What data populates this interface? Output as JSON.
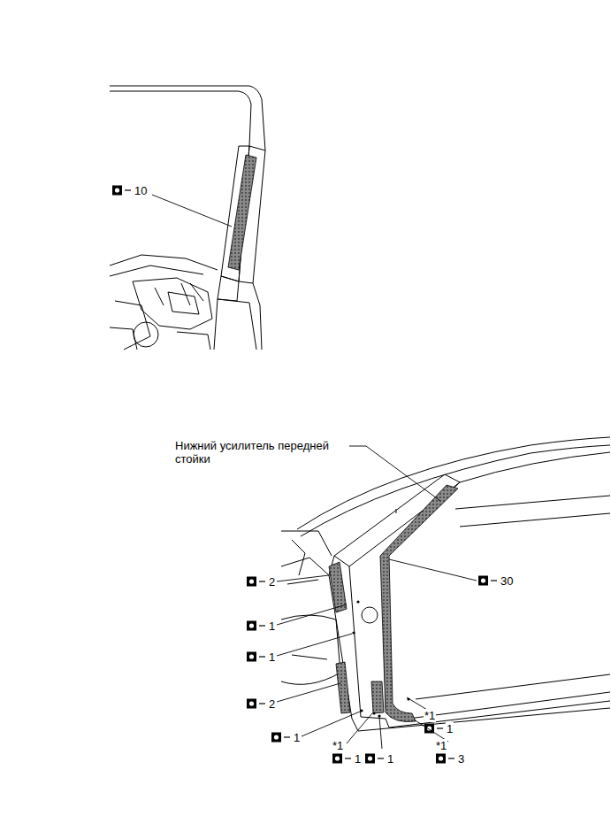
{
  "diagram": {
    "labels": [
      "10",
      "Нижний усилитель передней стойки",
      "30",
      "2",
      "1",
      "1",
      "*1",
      "1",
      "2",
      "1",
      "*1",
      "1",
      "1",
      "*1",
      "3"
    ]
  }
}
